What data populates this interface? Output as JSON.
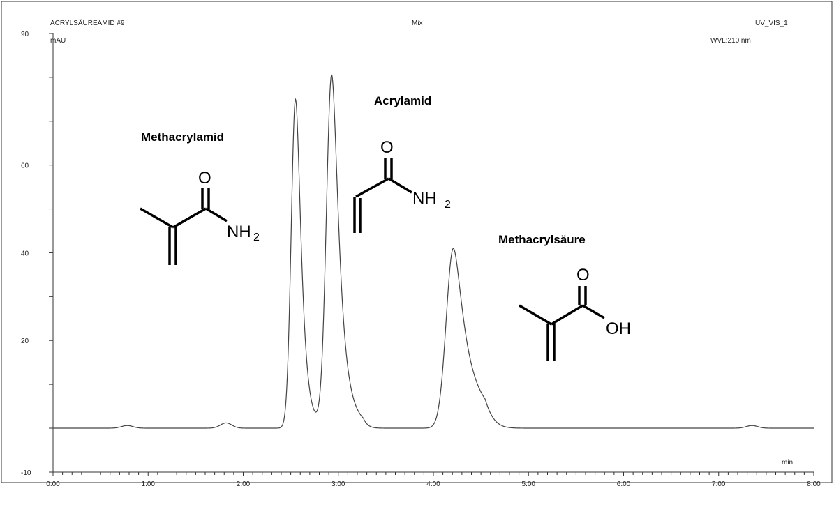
{
  "header": {
    "sample": "ACRYLSÄUREAMID #9",
    "mix": "Mix",
    "channel": "UV_VIS_1",
    "wavelength": "WVL:210 nm"
  },
  "chart_data": {
    "type": "line",
    "xlabel": "min",
    "ylabel": "mAU",
    "xlim": [
      0,
      8
    ],
    "ylim": [
      -10,
      90
    ],
    "x_ticks": [
      0,
      1,
      2,
      3,
      4,
      5,
      6,
      7,
      8
    ],
    "x_tick_labels": [
      "0.00",
      "1.00",
      "2.00",
      "3.00",
      "4.00",
      "5.00",
      "6.00",
      "7.00",
      "8.00"
    ],
    "y_ticks": [
      -10,
      20,
      40,
      60,
      90
    ],
    "y_tick_labels": [
      "-10",
      "20",
      "40",
      "60",
      "90"
    ],
    "peaks": [
      {
        "compound": "Methacrylamid",
        "retention_time": 2.55,
        "height": 75
      },
      {
        "compound": "Acrylamid",
        "retention_time": 2.93,
        "height": 80.5
      },
      {
        "compound": "Methacrylsäure",
        "retention_time": 4.21,
        "height": 41
      }
    ],
    "minor_peaks": [
      {
        "retention_time": 0.78,
        "height": 0.6
      },
      {
        "retention_time": 1.82,
        "height": 1.2
      },
      {
        "retention_time": 7.35,
        "height": 0.6
      }
    ],
    "baseline": 0,
    "grid": false
  },
  "annotations": {
    "methacrylamid": {
      "name": "Methacrylamid",
      "O": "O",
      "N": "NH",
      "sub": "2"
    },
    "acrylamid": {
      "name": "Acrylamid",
      "O": "O",
      "N": "NH",
      "sub": "2"
    },
    "methacrylsaeure": {
      "name": "Methacrylsäure",
      "O": "O",
      "OH": "OH"
    }
  }
}
